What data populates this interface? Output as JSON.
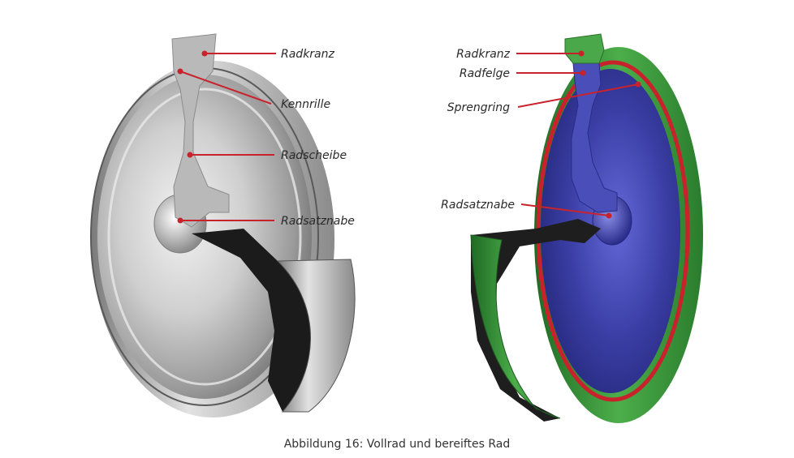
{
  "caption": "Abbildung 16: Vollrad und bereiftes Rad",
  "colors": {
    "accent_red": "#c8232c",
    "tire_green": "#3f9a3f",
    "disc_blue": "#3b3fa6",
    "steel_grey": "#b8b8b8"
  },
  "left_wheel": {
    "labels": {
      "radkranz": "Radkranz",
      "kennrille": "Kennrille",
      "radscheibe": "Radscheibe",
      "radsatznabe": "Radsatznabe"
    }
  },
  "right_wheel": {
    "labels": {
      "radkranz": "Radkranz",
      "radfelge": "Radfelge",
      "sprengring": "Sprengring",
      "radsatznabe": "Radsatznabe"
    }
  }
}
